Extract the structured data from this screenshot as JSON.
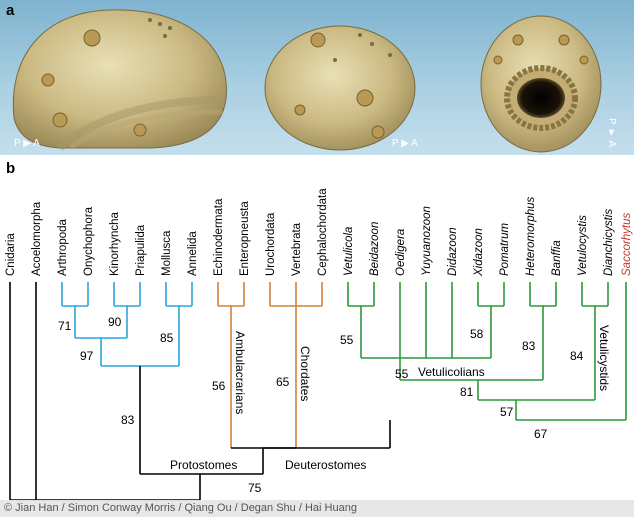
{
  "panel_a": {
    "letter": "a",
    "orientation_labels": [
      "P ▶ A",
      "P ▶ A",
      "P ▼ A"
    ]
  },
  "panel_b": {
    "letter": "b"
  },
  "colors": {
    "protostome_branches": "#2aa6dd",
    "deuterostome_branches": "#d0803a",
    "vetulicolian_branches": "#2a9a3a",
    "base_branches": "#000000",
    "highlight_taxon": "#c0392b"
  },
  "taxa": [
    {
      "name": "Cnidaria",
      "italic": false,
      "highlight": false
    },
    {
      "name": "Acoelomorpha",
      "italic": false,
      "highlight": false
    },
    {
      "name": "Arthropoda",
      "italic": false,
      "highlight": false
    },
    {
      "name": "Onychophora",
      "italic": false,
      "highlight": false
    },
    {
      "name": "Kinorhyncha",
      "italic": false,
      "highlight": false
    },
    {
      "name": "Priapulida",
      "italic": false,
      "highlight": false
    },
    {
      "name": "Mollusca",
      "italic": false,
      "highlight": false
    },
    {
      "name": "Annelida",
      "italic": false,
      "highlight": false
    },
    {
      "name": "Echinodermata",
      "italic": false,
      "highlight": false
    },
    {
      "name": "Enteropneusta",
      "italic": false,
      "highlight": false
    },
    {
      "name": "Urochordata",
      "italic": false,
      "highlight": false
    },
    {
      "name": "Vertebrata",
      "italic": false,
      "highlight": false
    },
    {
      "name": "Cephalochordata",
      "italic": false,
      "highlight": false
    },
    {
      "name": "Vetulicola",
      "italic": true,
      "highlight": false
    },
    {
      "name": "Beidazoon",
      "italic": true,
      "highlight": false
    },
    {
      "name": "Oedigera",
      "italic": true,
      "highlight": false
    },
    {
      "name": "Yuyuanozoon",
      "italic": true,
      "highlight": false
    },
    {
      "name": "Didazoon",
      "italic": true,
      "highlight": false
    },
    {
      "name": "Xidazoon",
      "italic": true,
      "highlight": false
    },
    {
      "name": "Pomatrum",
      "italic": true,
      "highlight": false
    },
    {
      "name": "Heteromorphus",
      "italic": true,
      "highlight": false
    },
    {
      "name": "Banffia",
      "italic": true,
      "highlight": false
    },
    {
      "name": "Vetulocystis",
      "italic": true,
      "highlight": false
    },
    {
      "name": "Dianchicystis",
      "italic": true,
      "highlight": false
    },
    {
      "name": "Saccorhytus",
      "italic": true,
      "highlight": true
    }
  ],
  "support_values": [
    "71",
    "90",
    "85",
    "97",
    "83",
    "56",
    "65",
    "55",
    "58",
    "83",
    "55",
    "84",
    "81",
    "57",
    "67",
    "75"
  ],
  "clade_labels": {
    "ambulacrarians": "Ambulacrarians",
    "chordates": "Chordates",
    "vetulicolians": "Vetulicolians",
    "vetulicystids": "Vetulicystids",
    "protostomes": "Protostomes",
    "deuterostomes": "Deuterostomes"
  },
  "credit": "© Jian Han / Simon Conway Morris / Qiang Ou / Degan Shu / Hai Huang"
}
